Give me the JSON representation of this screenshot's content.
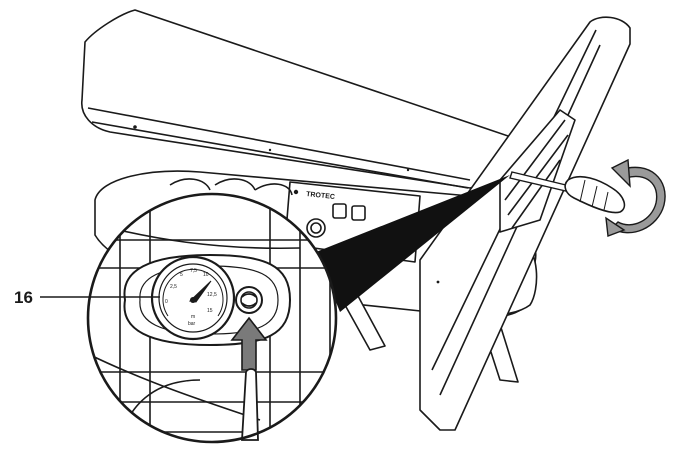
{
  "callout": {
    "number": "16"
  },
  "panel": {
    "brand": "TROTEC"
  },
  "gauge": {
    "ticks": [
      "0",
      "2,5",
      "5",
      "7,5",
      "10",
      "12,5",
      "15"
    ],
    "unit_top": "m",
    "unit_bottom": "bar"
  },
  "colors": {
    "line": "#1a1a1a",
    "arrow_fill": "#7a7a7a",
    "background": "#ffffff"
  },
  "icons": [
    "screwdriver-icon",
    "rotation-arrow-icon",
    "push-arrow-icon",
    "pressure-gauge-icon",
    "adjust-screw-icon"
  ]
}
